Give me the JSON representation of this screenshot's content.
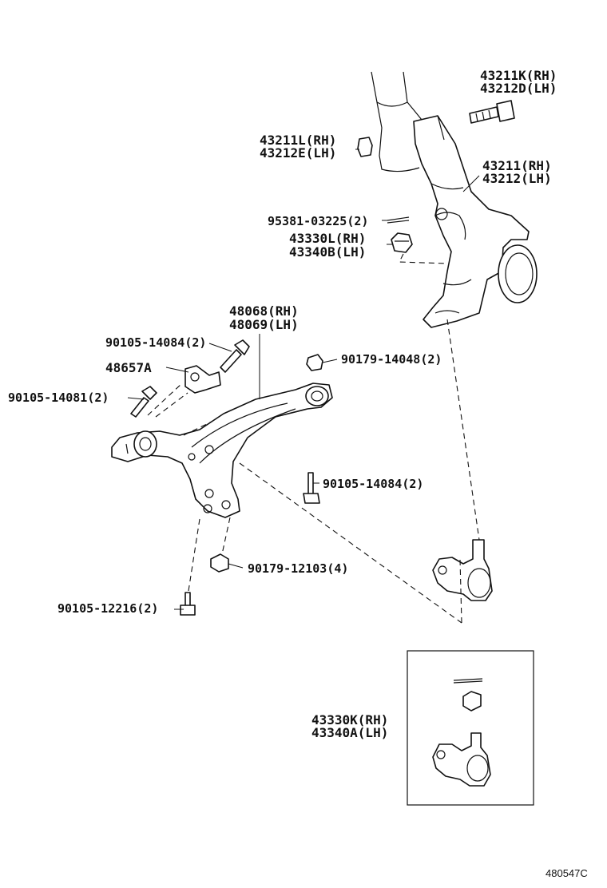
{
  "labels": {
    "bolt_knuckle": [
      "43211K(RH)",
      "43212D(LH)"
    ],
    "nut_knuckle": [
      "43211L(RH)",
      "43212E(LH)"
    ],
    "knuckle": [
      "43211(RH)",
      "43212(LH)"
    ],
    "cotter_pin": "95381-03225(2)",
    "castle_nut": [
      "43330L(RH)",
      "43340B(LH)"
    ],
    "lower_arm": [
      "48068(RH)",
      "48069(LH)"
    ],
    "bolt_bracket_upper": "90105-14084(2)",
    "bracket": "48657A",
    "bolt_bracket_lower": "90105-14081(2)",
    "nut_front": "90179-14048(2)",
    "bolt_rear": "90105-14084(2)",
    "nut_rear": "90179-12103(4)",
    "bolt_bottom": "90105-12216(2)",
    "ball_joint_kit": [
      "43330K(RH)",
      "43340A(LH)"
    ],
    "ref_code": "480547C"
  }
}
